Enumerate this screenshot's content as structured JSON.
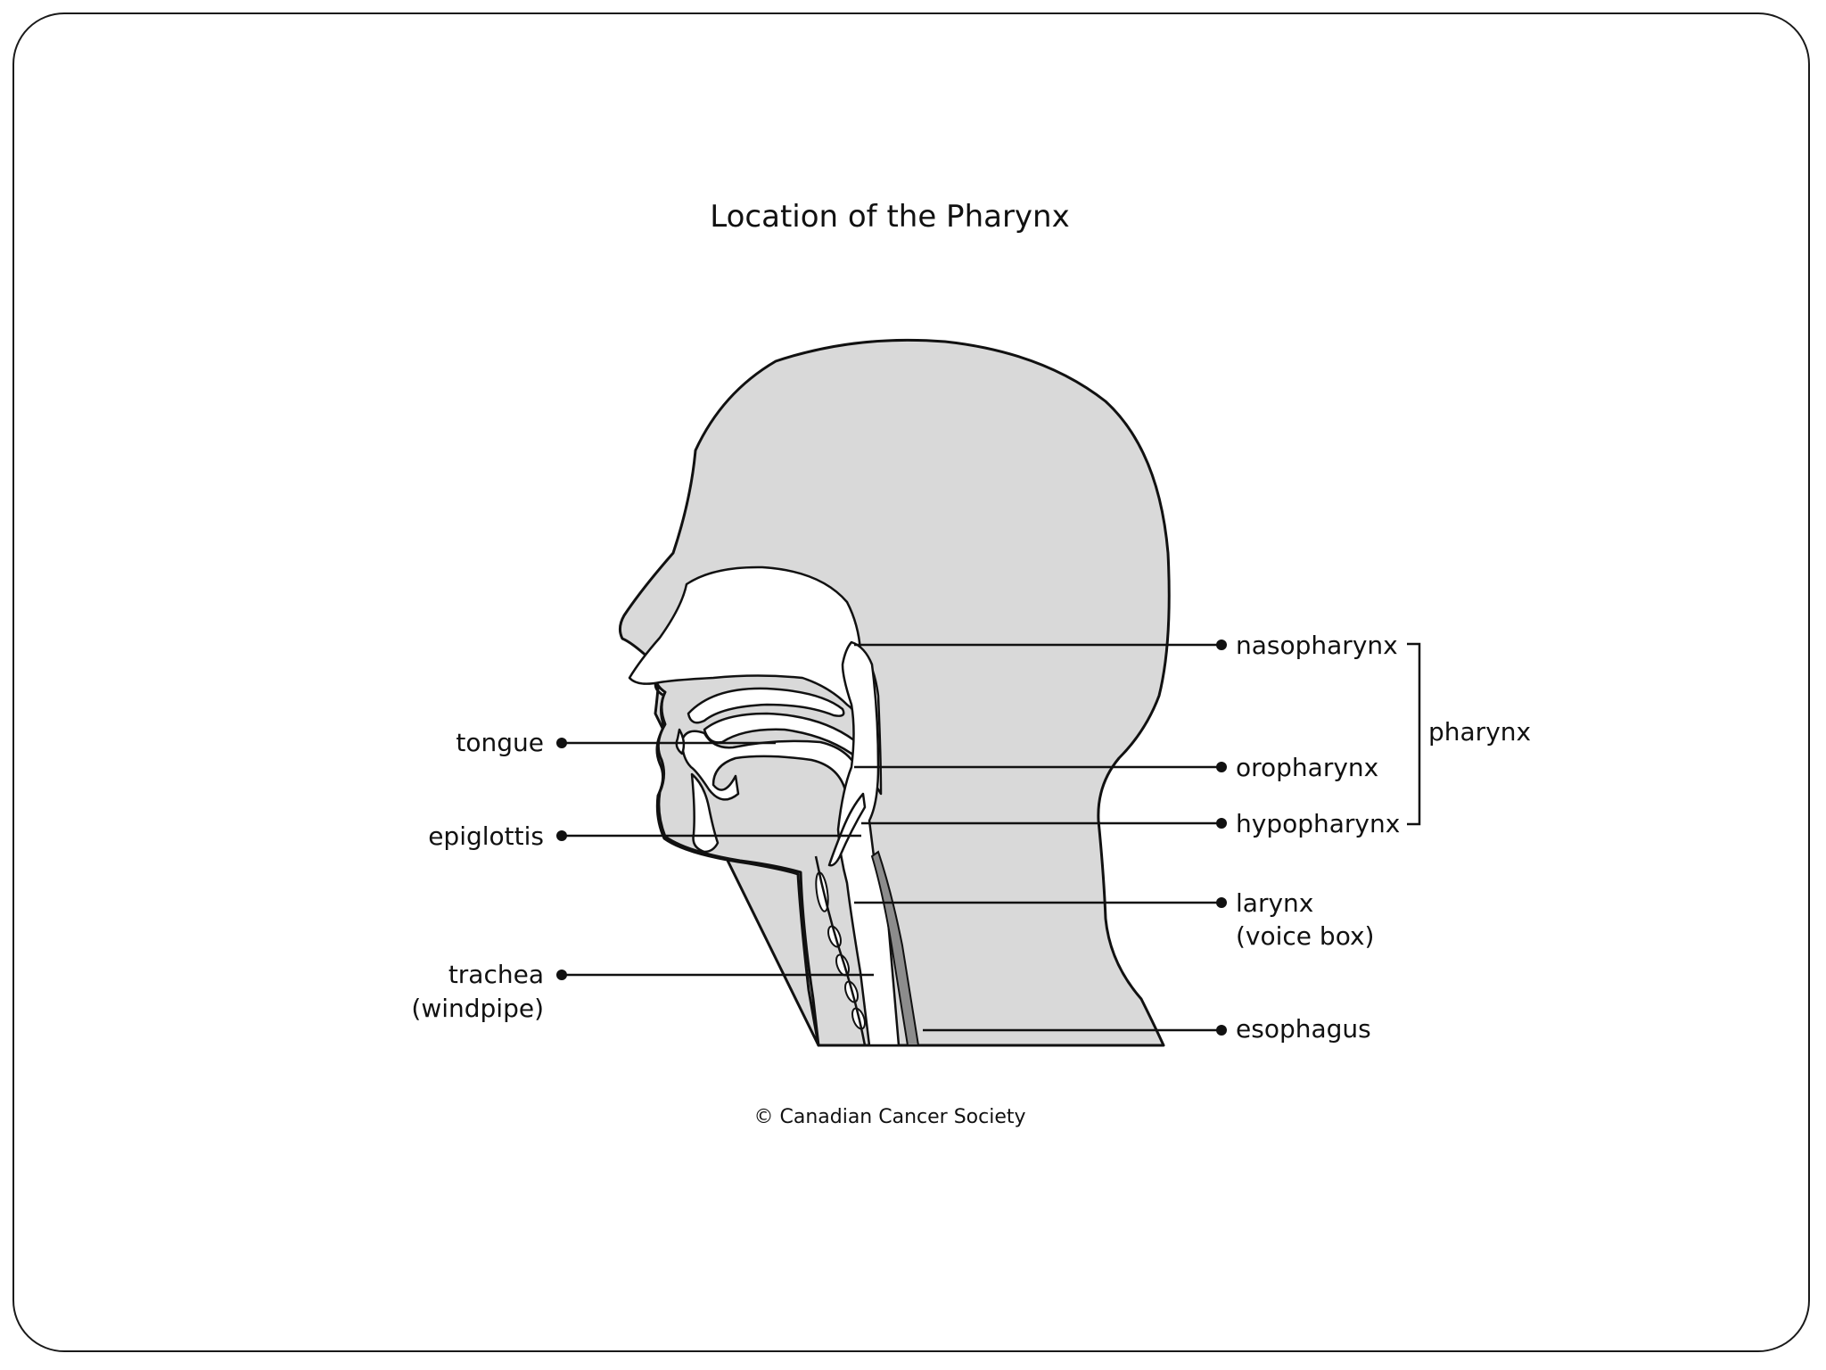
{
  "title": "Location of the Pharynx",
  "copyright": "© Canadian Cancer Society",
  "labels": {
    "nasopharynx": "nasopharynx",
    "oropharynx": "oropharynx",
    "hypopharynx": "hypopharynx",
    "pharynx": "pharynx",
    "larynx_line1": "larynx",
    "larynx_line2": "(voice box)",
    "esophagus": "esophagus",
    "tongue": "tongue",
    "epiglottis": "epiglottis",
    "trachea_line1": "trachea",
    "trachea_line2": "(windpipe)"
  },
  "colors": {
    "tissue": "#d9d9d9",
    "outline": "#111111",
    "airway": "#ffffff",
    "esophagus_wall": "#8c8c8c"
  }
}
